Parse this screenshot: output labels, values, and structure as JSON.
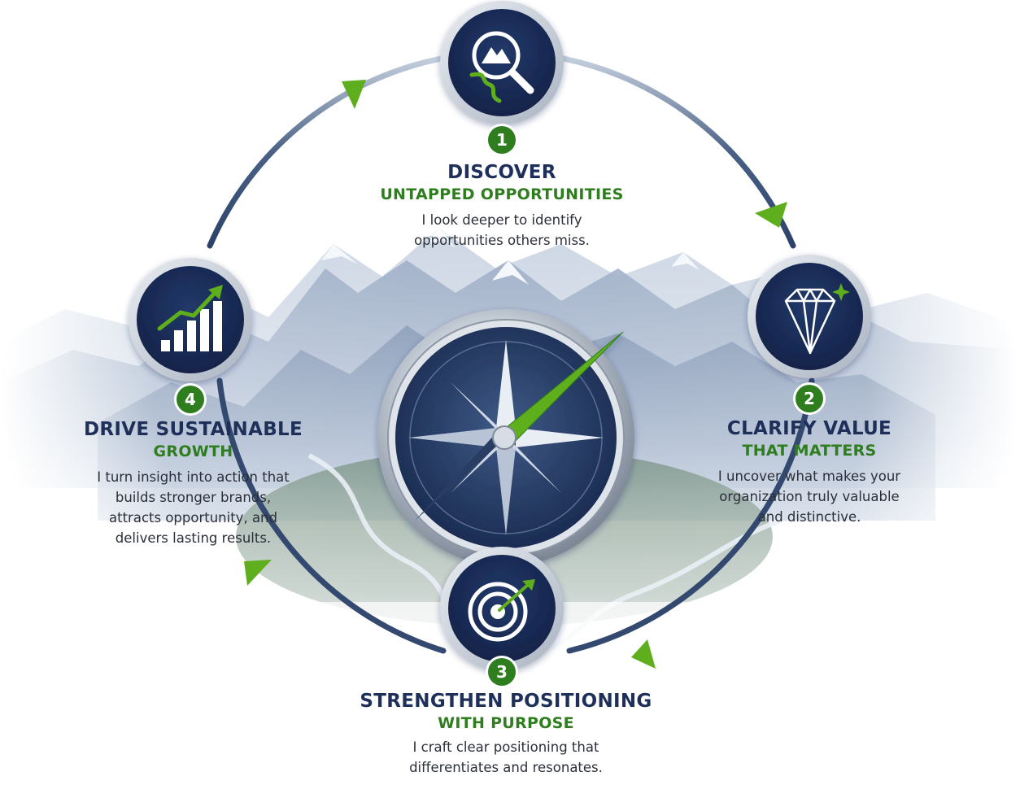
{
  "colors": {
    "navy": "#1e2f5a",
    "green": "#2e7d1e",
    "bright_green": "#5fae1e",
    "mountain": "#8a9bb4"
  },
  "steps": [
    {
      "number": "1",
      "icon": "magnifier-mountain-icon",
      "title": "DISCOVER",
      "subtitle": "UNTAPPED OPPORTUNITIES",
      "desc_lines": [
        "I look deeper to identify",
        "opportunities others miss."
      ]
    },
    {
      "number": "2",
      "icon": "diamond-icon",
      "title": "CLARIFY VALUE",
      "subtitle": "THAT MATTERS",
      "desc_lines": [
        "I uncover what makes your",
        "organization truly valuable",
        "and distinctive."
      ]
    },
    {
      "number": "3",
      "icon": "target-arrow-icon",
      "title": "STRENGTHEN POSITIONING",
      "subtitle": "WITH PURPOSE",
      "desc_lines": [
        "I craft clear positioning that",
        "differentiates and resonates."
      ]
    },
    {
      "number": "4",
      "icon": "growth-chart-icon",
      "title": "DRIVE SUSTAINABLE",
      "subtitle": "GROWTH",
      "desc_lines": [
        "I turn insight into action that",
        "builds stronger brands,",
        "attracts opportunity, and",
        "delivers lasting results."
      ]
    }
  ],
  "center_icon": "compass-icon"
}
